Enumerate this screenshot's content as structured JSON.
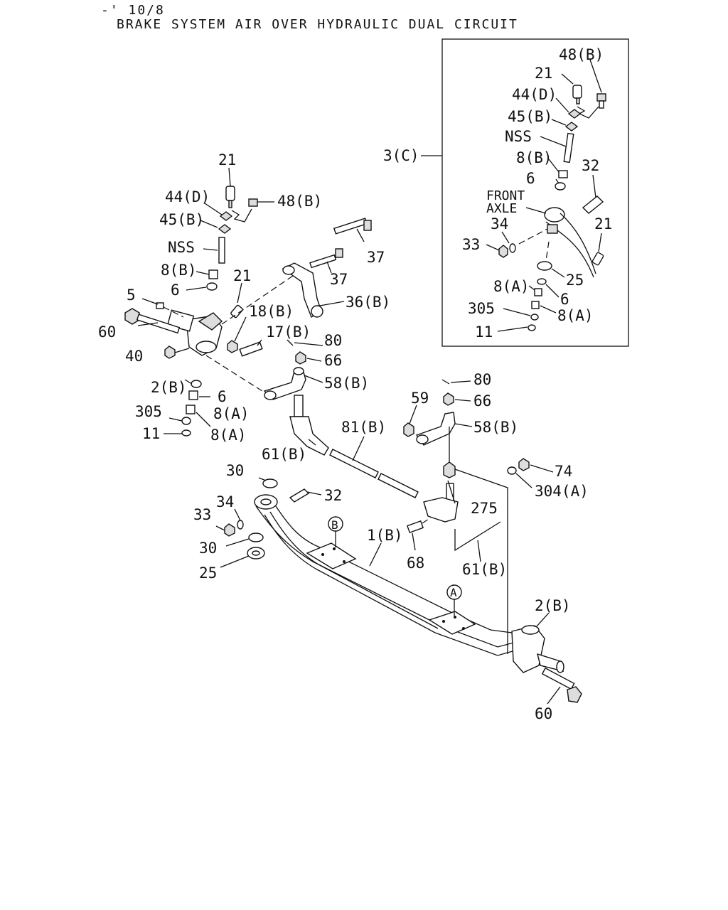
{
  "header": {
    "line1": "-' 10/8",
    "line2": "BRAKE SYSTEM AIR OVER HYDRAULIC DUAL CIRCUIT"
  },
  "inset": {
    "callout": "3(C)",
    "labels": {
      "l48b": "48(B)",
      "l21a": "21",
      "l44d": "44(D)",
      "l45b": "45(B)",
      "lnss": "NSS",
      "l8b": "8(B)",
      "l6a": "6",
      "l32": "32",
      "front": "FRONT",
      "axle": "AXLE",
      "l34": "34",
      "l33": "33",
      "l21b": "21",
      "l25": "25",
      "l8a1": "8(A)",
      "l6b": "6",
      "l305": "305",
      "l8a2": "8(A)",
      "l11": "11"
    }
  },
  "main": {
    "labels": {
      "m21a": "21",
      "m44d": "44(D)",
      "m48b": "48(B)",
      "m45b": "45(B)",
      "mnss": "NSS",
      "m8b": "8(B)",
      "m6a": "6",
      "m5": "5",
      "m21b": "21",
      "m37a": "37",
      "m37b": "37",
      "m36b": "36(B)",
      "m18b": "18(B)",
      "m60a": "60",
      "m17b": "17(B)",
      "m80a": "80",
      "m40": "40",
      "m66a": "66",
      "m58ba": "58(B)",
      "m2ba": "2(B)",
      "m6b": "6",
      "m305": "305",
      "m8a1": "8(A)",
      "m11": "11",
      "m8a2": "8(A)",
      "m80b": "80",
      "m59": "59",
      "m66b": "66",
      "m58bb": "58(B)",
      "m81b": "81(B)",
      "m61ba": "61(B)",
      "m30a": "30",
      "m74": "74",
      "m304a": "304(A)",
      "m32": "32",
      "m34": "34",
      "m33": "33",
      "m275": "275",
      "mB": "B",
      "m1b": "1(B)",
      "m30b": "30",
      "m68": "68",
      "m25": "25",
      "m61bb": "61(B)",
      "mA": "A",
      "m2bb": "2(B)",
      "m60b": "60"
    }
  }
}
